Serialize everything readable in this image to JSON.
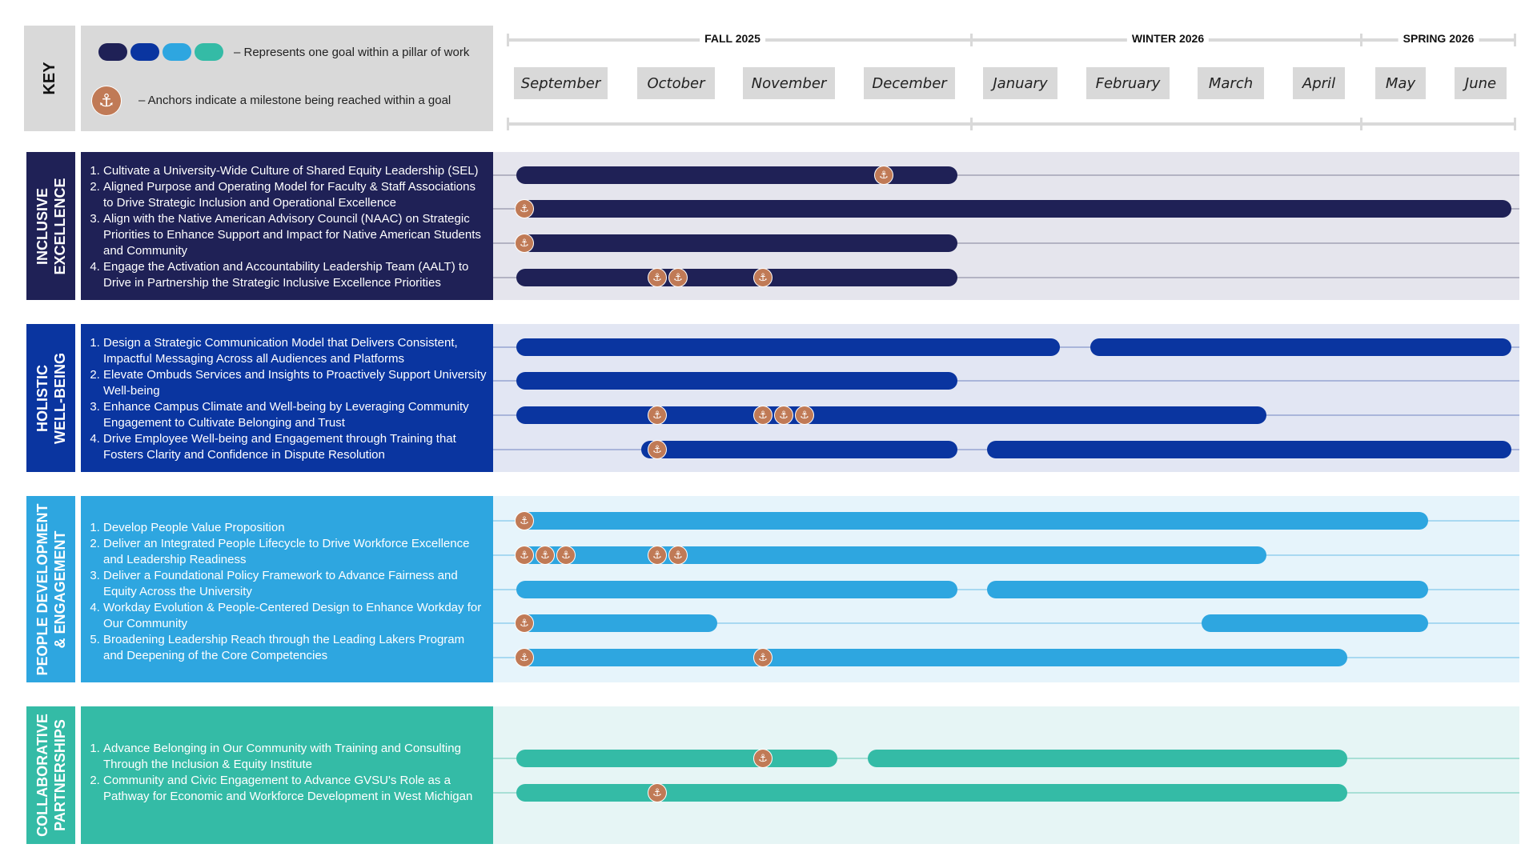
{
  "key": {
    "label": "KEY",
    "goal_text": "– Represents one goal within a pillar of work",
    "anchor_text": "– Anchors indicate a milestone being reached within a goal",
    "swatch_colors": [
      "#1f2156",
      "#0a35a0",
      "#2ea6e0",
      "#34bba6"
    ],
    "anchor_icon": "anchor-icon",
    "anchor_color": "#c07a56"
  },
  "timeline": {
    "seasons": [
      {
        "label": "FALL 2025"
      },
      {
        "label": "WINTER 2026"
      },
      {
        "label": "SPRING 2026"
      }
    ],
    "months": [
      "September",
      "October",
      "November",
      "December",
      "January",
      "February",
      "March",
      "April",
      "May",
      "June"
    ]
  },
  "pillars": [
    {
      "label_lines": [
        "INCLUSIVE",
        "EXCELLENCE"
      ],
      "color": "#1f2156",
      "panel_color": "#e5e5ed",
      "guide_color": "#b3b3c3",
      "goals": [
        "Cultivate a University-Wide Culture of Shared Equity Leadership (SEL)",
        "Aligned Purpose and Operating Model for Faculty & Staff Associations to Drive Strategic Inclusion and Operational Excellence",
        "Align with the Native American Advisory Council (NAAC) on Strategic Priorities to Enhance Support and Impact for Native American Students and Community",
        "Engage the Activation and Accountability Leadership Team (AALT) to Drive in Partnership the Strategic Inclusive Excellence Priorities"
      ],
      "tracks": [
        {
          "bars": [
            [
              "2025-09",
              "2025-12"
            ]
          ],
          "milestones": [
            "2025-12"
          ]
        },
        {
          "bars": [
            [
              "2025-09",
              "2026-06"
            ]
          ],
          "milestones": [
            "2025-09"
          ]
        },
        {
          "bars": [
            [
              "2025-09",
              "2025-12"
            ]
          ],
          "milestones": [
            "2025-09"
          ]
        },
        {
          "bars": [
            [
              "2025-09",
              "2025-12"
            ]
          ],
          "milestones": [
            "2025-10",
            "2025-10",
            "2025-11"
          ]
        }
      ]
    },
    {
      "label_lines": [
        "HOLISTIC",
        "WELL-BEING"
      ],
      "color": "#0a35a0",
      "panel_color": "#e2e6f3",
      "guide_color": "#a9b5da",
      "goals": [
        "Design a Strategic Communication Model that Delivers Consistent, Impactful Messaging Across all Audiences and Platforms",
        "Elevate Ombuds Services and Insights to Proactively Support University Well-being",
        "Enhance Campus Climate and Well-being by Leveraging Community Engagement to Cultivate Belonging and Trust",
        "Drive Employee Well-being and Engagement through Training that Fosters Clarity and Confidence in Dispute Resolution"
      ],
      "tracks": [
        {
          "bars": [
            [
              "2025-09",
              "2026-01"
            ],
            [
              "2026-02",
              "2026-06"
            ]
          ],
          "milestones": []
        },
        {
          "bars": [
            [
              "2025-09",
              "2025-12"
            ]
          ],
          "milestones": []
        },
        {
          "bars": [
            [
              "2025-09",
              "2026-03"
            ]
          ],
          "milestones": [
            "2025-10",
            "2025-11",
            "2025-11",
            "2025-11"
          ]
        },
        {
          "bars": [
            [
              "2025-10",
              "2025-12"
            ],
            [
              "2026-01",
              "2026-06"
            ]
          ],
          "milestones": [
            "2025-10"
          ]
        }
      ]
    },
    {
      "label_lines": [
        "PEOPLE DEVELOPMENT",
        "& ENGAGEMENT"
      ],
      "color": "#2ea6e0",
      "panel_color": "#e6f4fb",
      "guide_color": "#a8d9f1",
      "goals": [
        "Develop People Value Proposition",
        "Deliver an Integrated People Lifecycle to Drive Workforce Excellence and Leadership Readiness",
        "Deliver a Foundational Policy Framework to Advance Fairness and Equity Across the University",
        "Workday Evolution & People-Centered Design to Enhance Workday for Our Community",
        "Broadening Leadership Reach through the Leading Lakers Program and Deepening of the Core Competencies"
      ],
      "tracks": [
        {
          "bars": [
            [
              "2025-09",
              "2026-05"
            ]
          ],
          "milestones": [
            "2025-09"
          ]
        },
        {
          "bars": [
            [
              "2025-09",
              "2026-03"
            ]
          ],
          "milestones": [
            "2025-09",
            "2025-09",
            "2025-09",
            "2025-10",
            "2025-10"
          ]
        },
        {
          "bars": [
            [
              "2025-09",
              "2025-12"
            ],
            [
              "2026-01",
              "2026-05"
            ]
          ],
          "milestones": []
        },
        {
          "bars": [
            [
              "2025-09",
              "2025-10"
            ],
            [
              "2026-03",
              "2026-05"
            ]
          ],
          "milestones": [
            "2025-09"
          ]
        },
        {
          "bars": [
            [
              "2025-09",
              "2026-04"
            ]
          ],
          "milestones": [
            "2025-09",
            "2025-11"
          ]
        }
      ]
    },
    {
      "label_lines": [
        "COLLABORATIVE",
        "PARTNERSHIPS"
      ],
      "color": "#34bba6",
      "panel_color": "#e6f5f5",
      "guide_color": "#a8dfd6",
      "goals": [
        "Advance Belonging in Our Community with Training and Consulting Through the Inclusion & Equity Institute",
        "Community and Civic Engagement to Advance GVSU's Role as a Pathway for Economic and Workforce Development in West Michigan"
      ],
      "tracks": [
        {
          "bars": [
            [
              "2025-09",
              "2025-11"
            ],
            [
              "2025-12",
              "2026-04"
            ]
          ],
          "milestones": [
            "2025-11"
          ]
        },
        {
          "bars": [
            [
              "2025-09",
              "2026-04"
            ]
          ],
          "milestones": [
            "2025-10"
          ]
        }
      ]
    }
  ]
}
